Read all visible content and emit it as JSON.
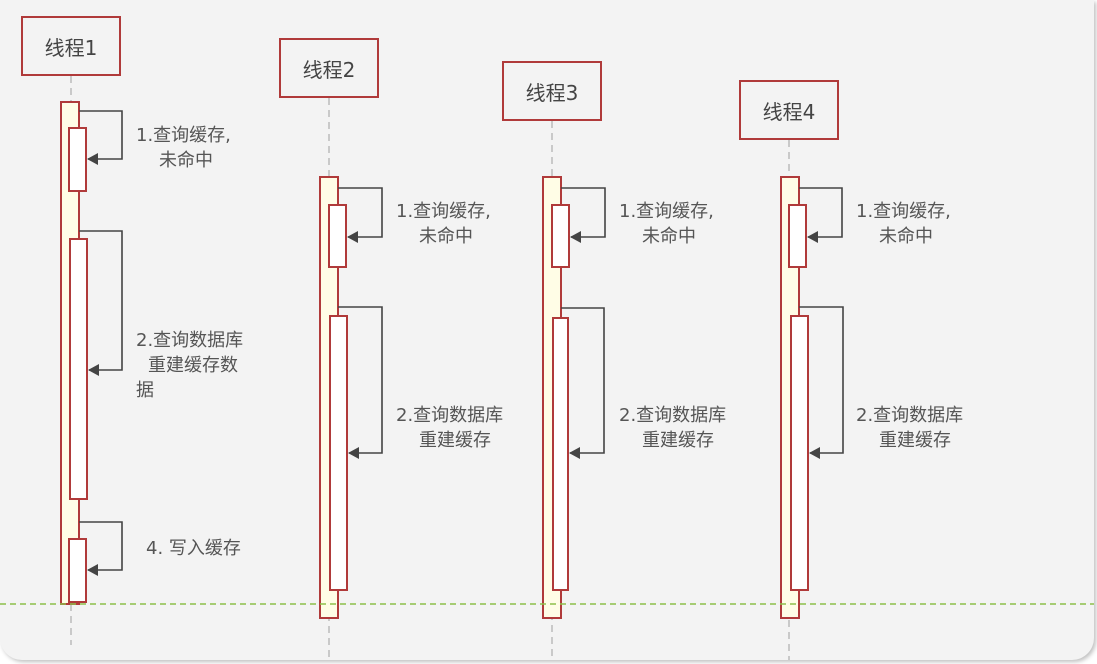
{
  "threads": [
    {
      "name": "线程1"
    },
    {
      "name": "线程2"
    },
    {
      "name": "线程3"
    },
    {
      "name": "线程4"
    }
  ],
  "thread1_labels": {
    "step1_line1": "1.查询缓存,",
    "step1_line2": "未命中",
    "step2_line1": "2.查询数据库",
    "step2_line2": "重建缓存数",
    "step2_line3": "据",
    "step4": "4. 写入缓存"
  },
  "other_labels": {
    "step1_line1": "1.查询缓存,",
    "step1_line2": "未命中",
    "step2_line1": "2.查询数据库",
    "step2_line2": "重建缓存"
  },
  "colors": {
    "lifeline_border": "#b03a3a",
    "activation_fill": "#fffde6",
    "box_fill": "#ffffff",
    "arrow": "#444444",
    "divider": "#8dc04a"
  }
}
